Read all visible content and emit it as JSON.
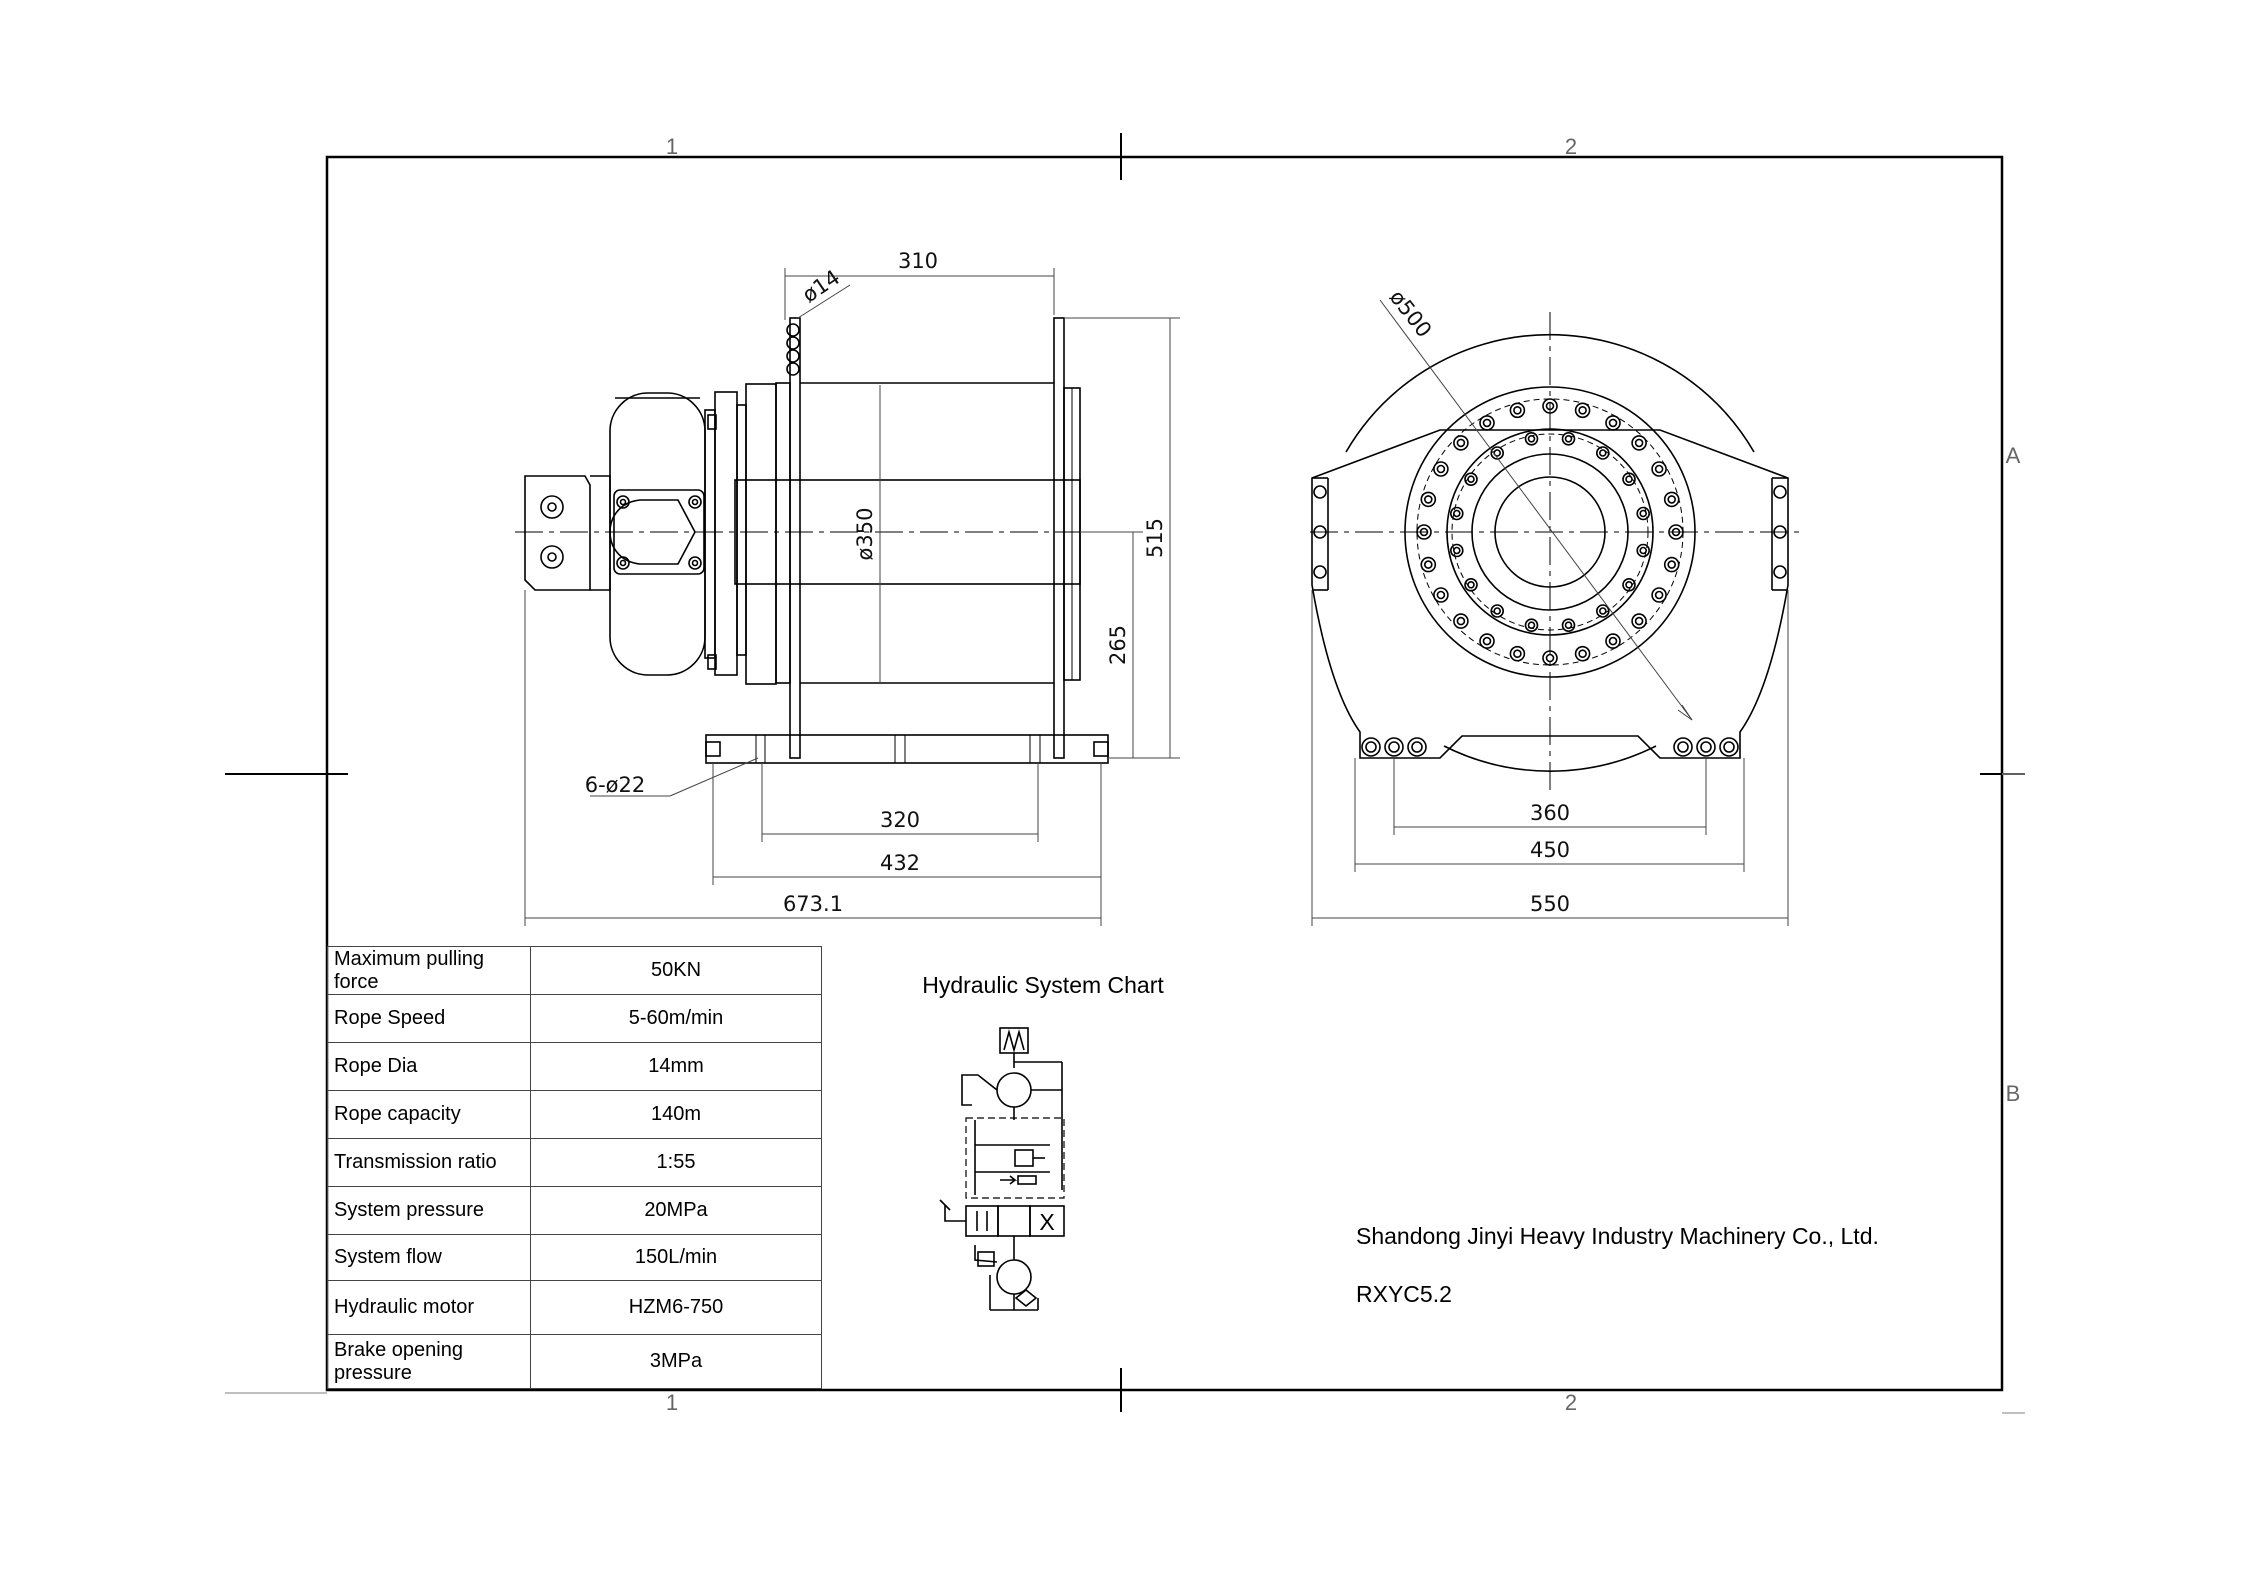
{
  "zones": {
    "top_1": "1",
    "top_2": "2",
    "bottom_1": "1",
    "bottom_2": "2",
    "right_a": "A",
    "right_b": "B"
  },
  "side_view": {
    "dims": {
      "d310": "310",
      "d14": "ø14",
      "d350": "ø350",
      "d515": "515",
      "d265": "265",
      "d6x22": "6-ø22",
      "d320": "320",
      "d432": "432",
      "d673": "673.1"
    }
  },
  "front_view": {
    "dims": {
      "d500": "ø500",
      "d360": "360",
      "d450": "450",
      "d550": "550"
    }
  },
  "hydraulic": {
    "title": "Hydraulic System Chart",
    "valve_mark": "X"
  },
  "specs": [
    {
      "label": "Maximum pulling force",
      "value": "50KN"
    },
    {
      "label": "Rope Speed",
      "value": "5-60m/min"
    },
    {
      "label": "Rope Dia",
      "value": "14mm"
    },
    {
      "label": "Rope capacity",
      "value": "140m"
    },
    {
      "label": "Transmission ratio",
      "value": "1:55"
    },
    {
      "label": "System pressure",
      "value": "20MPa"
    },
    {
      "label": "System flow",
      "value": "150L/min"
    },
    {
      "label": "Hydraulic motor",
      "value": "HZM6-750"
    },
    {
      "label": "Brake opening pressure",
      "value": "3MPa"
    }
  ],
  "title_block": {
    "company": "Shandong Jinyi Heavy Industry Machinery Co., Ltd.",
    "model": "RXYC5.2"
  }
}
